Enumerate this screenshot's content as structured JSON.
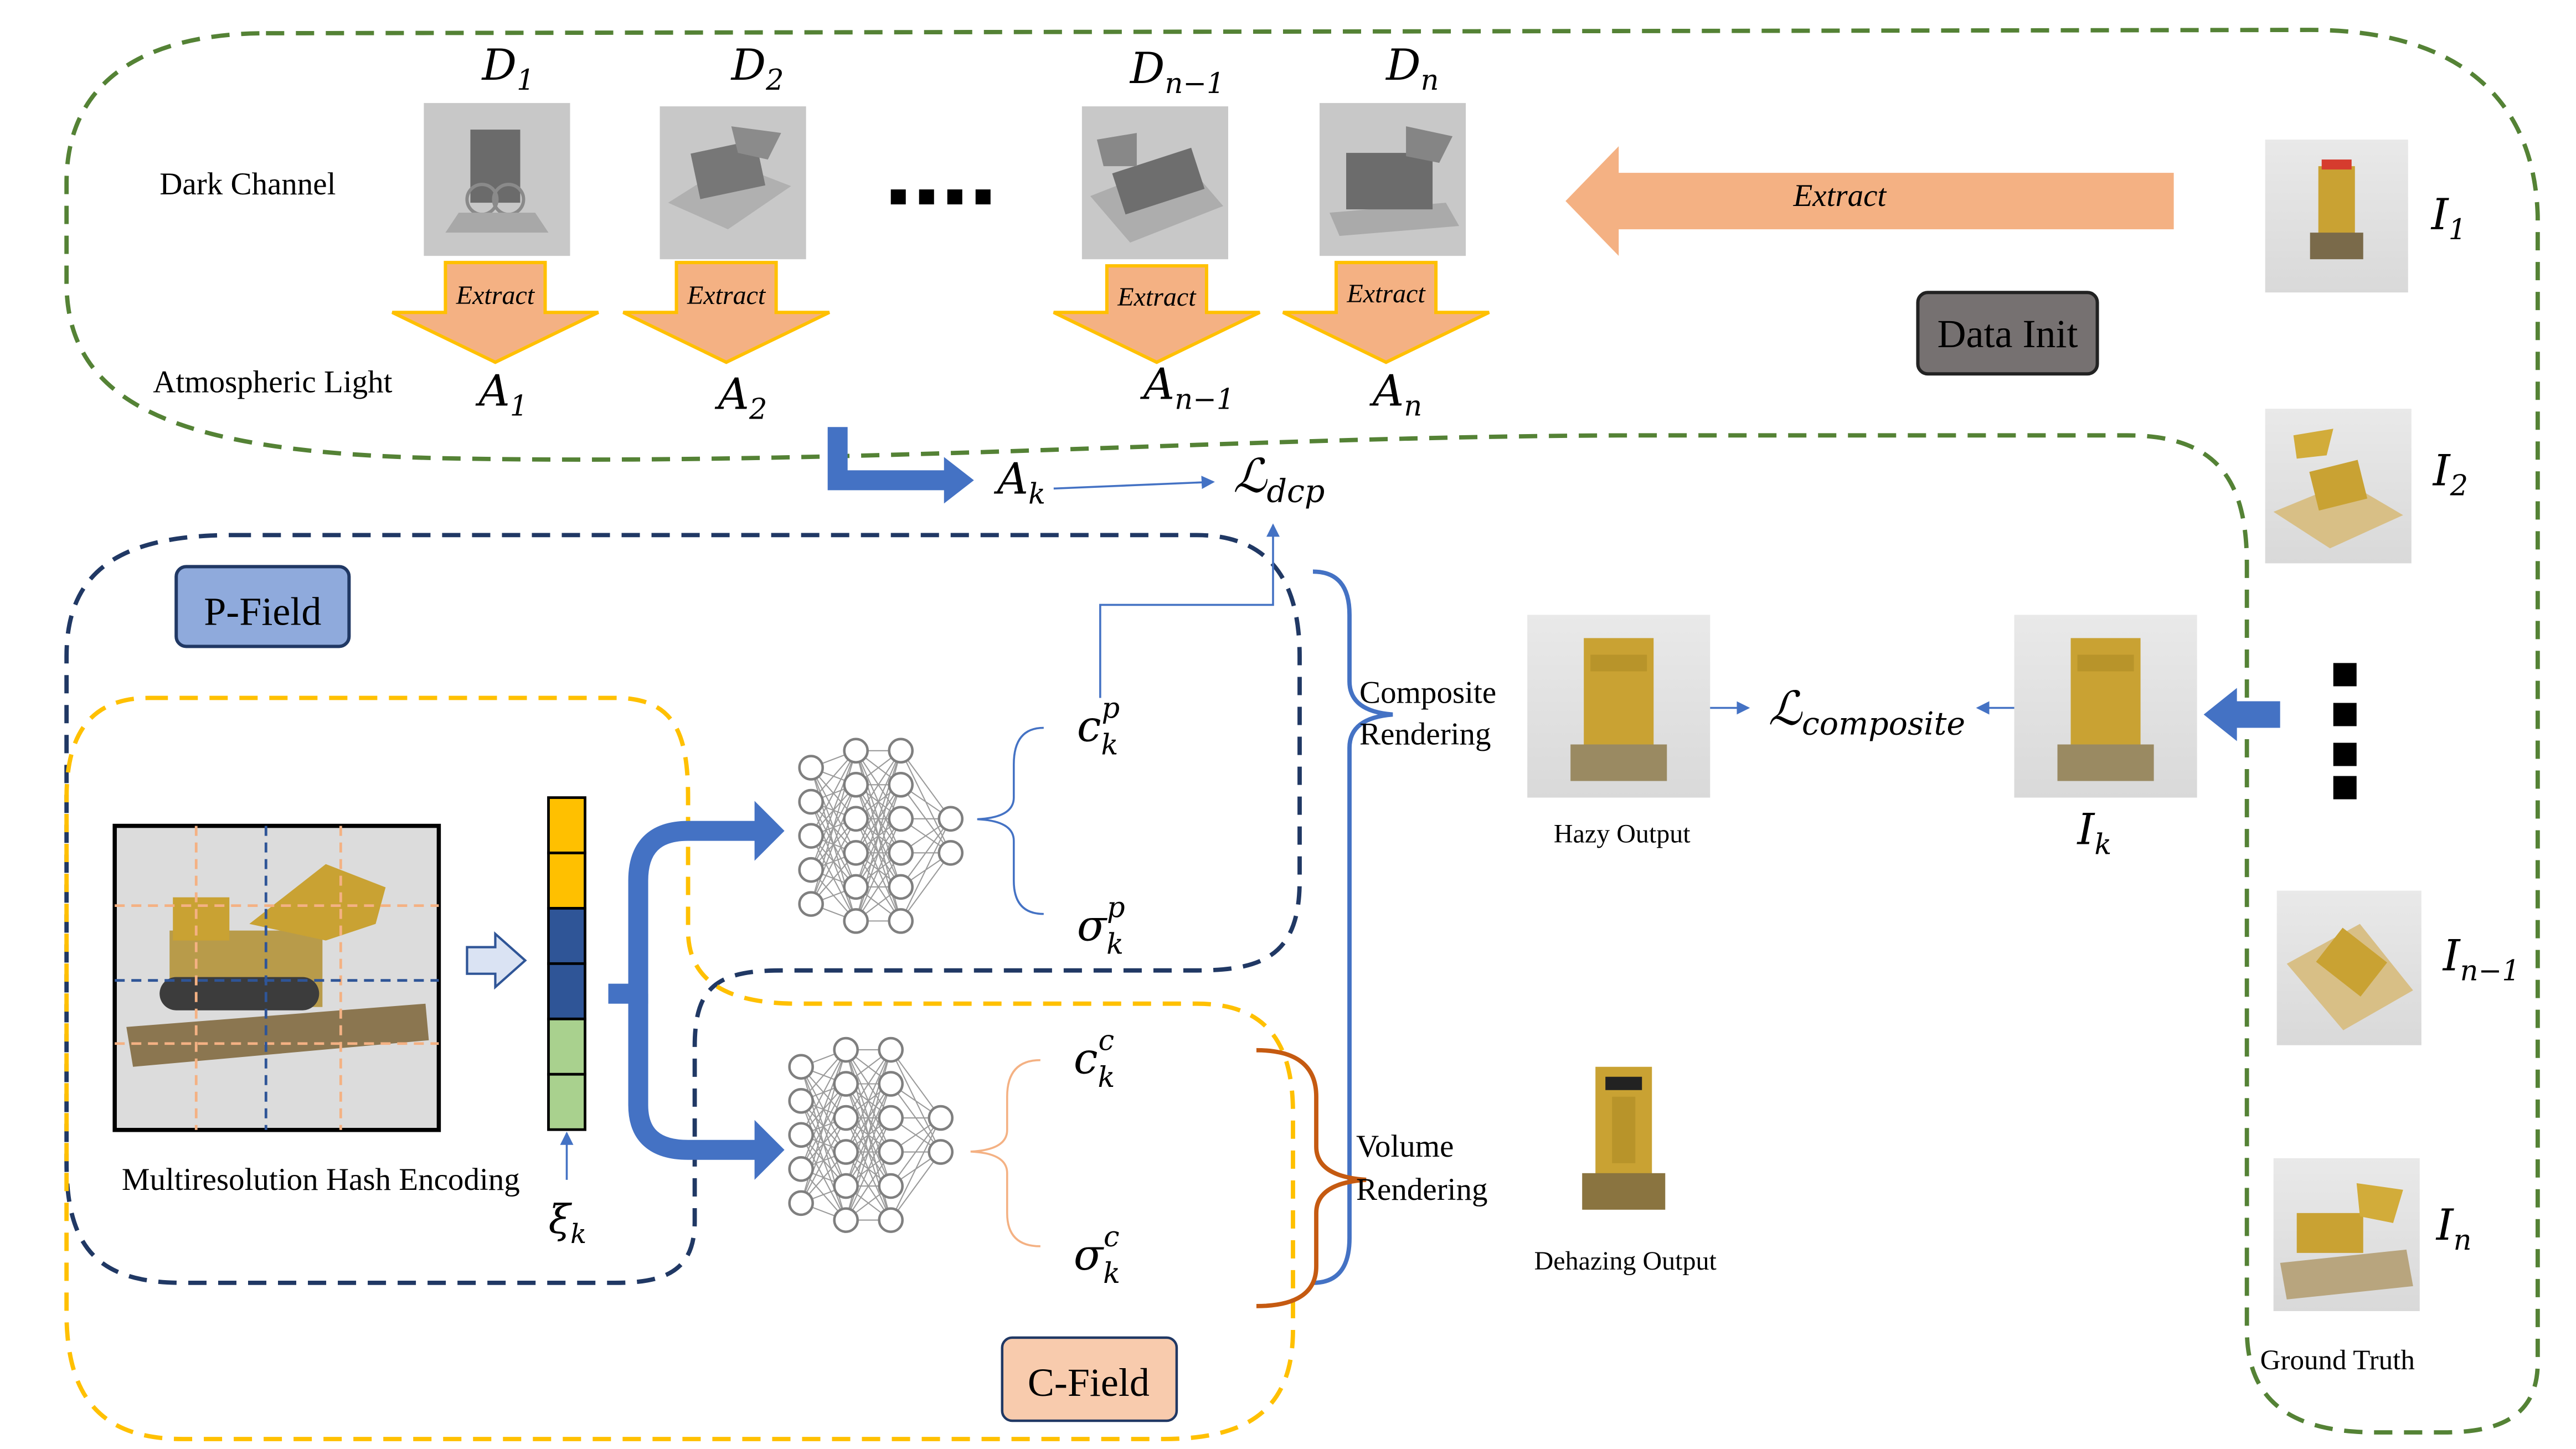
{
  "rows": {
    "dark_channel": "Dark Channel",
    "atmospheric_light": "Atmospheric Light"
  },
  "dark_channel_labels": {
    "d1": "D",
    "d1_sub": "1",
    "d2": "D",
    "d2_sub": "2",
    "dn1": "D",
    "dn1_sub": "n−1",
    "dn": "D",
    "dn_sub": "n"
  },
  "atmo_labels": {
    "a1": "A",
    "a1_sub": "1",
    "a2": "A",
    "a2_sub": "2",
    "an1": "A",
    "an1_sub": "n−1",
    "an": "A",
    "an_sub": "n"
  },
  "extract_label": "Extract",
  "ellipsis_label": "....",
  "data_init": "Data Init",
  "ground_truth": {
    "i1": "I",
    "i1_sub": "1",
    "i2": "I",
    "i2_sub": "2",
    "in1": "I",
    "in1_sub": "n−1",
    "in": "I",
    "in_sub": "n",
    "caption": "Ground Truth"
  },
  "loss": {
    "ak": "A",
    "ak_sub": "k",
    "dcp": "ℒ",
    "dcp_sub": "dcp",
    "composite": "ℒ",
    "composite_sub": "composite"
  },
  "fields": {
    "p_field": "P-Field",
    "c_field": "C-Field"
  },
  "encoding": {
    "caption": "Multiresolution Hash Encoding",
    "xi": "ξ",
    "xi_sub": "k",
    "feature_colors": [
      "#ffc000",
      "#ffc000",
      "#2f5597",
      "#2f5597",
      "#a9d18e",
      "#a9d18e"
    ]
  },
  "outputs": {
    "cp": "c",
    "cp_sub": "k",
    "cp_sup": "p",
    "sp": "σ",
    "sp_sub": "k",
    "sp_sup": "p",
    "cc": "c",
    "cc_sub": "k",
    "cc_sup": "c",
    "sc": "σ",
    "sc_sub": "k",
    "sc_sup": "c"
  },
  "rendering": {
    "composite_line1": "Composite",
    "composite_line2": "Rendering",
    "volume_line1": "Volume",
    "volume_line2": "Rendering"
  },
  "images": {
    "hazy": "Hazy Output",
    "dehazing": "Dehazing Output",
    "ik": "I",
    "ik_sub": "k"
  },
  "colors": {
    "green_dash": "#548235",
    "navy_dash": "#203864",
    "yellow_dash": "#ffc000",
    "blue_arrow": "#4472c4",
    "orange": "#f4b183",
    "brown": "#c55a11",
    "p_field_fill": "#8faadc",
    "c_field_fill": "#f8cbad",
    "data_init_fill": "#767171"
  }
}
